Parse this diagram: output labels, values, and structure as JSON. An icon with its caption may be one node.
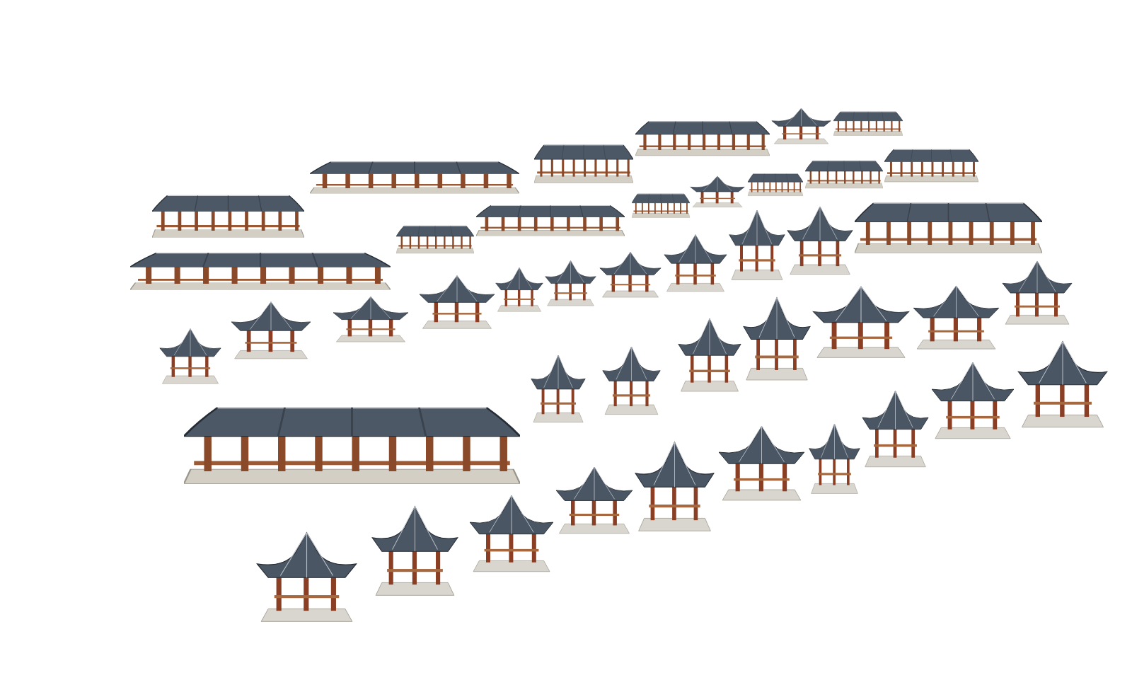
{
  "diagram": {
    "nodes": [
      {
        "text": [],
        "shape": "picture"
      },
      {
        "text": [],
        "shape": "picture"
      },
      {
        "text": [],
        "shape": "picture"
      },
      {
        "text": [],
        "shape": "picture"
      },
      {
        "text": [],
        "shape": "picture"
      },
      {
        "text": [],
        "shape": "picture"
      },
      {
        "text": [],
        "shape": "picture"
      },
      {
        "text": [],
        "shape": "picture"
      },
      {
        "text": [],
        "shape": "picture"
      },
      {
        "text": [],
        "shape": "picture"
      },
      {
        "text": [],
        "shape": "picture"
      },
      {
        "text": [],
        "shape": "picture"
      },
      {
        "text": [],
        "shape": "picture"
      },
      {
        "text": [],
        "shape": "picture"
      },
      {
        "text": [],
        "shape": "picture"
      },
      {
        "text": [],
        "shape": "picture"
      },
      {
        "text": [],
        "shape": "picture"
      },
      {
        "text": [],
        "shape": "picture"
      },
      {
        "text": [],
        "shape": "picture"
      },
      {
        "text": [],
        "shape": "picture"
      },
      {
        "text": [],
        "shape": "picture"
      },
      {
        "text": [],
        "shape": "picture"
      },
      {
        "text": [],
        "shape": "picture"
      },
      {
        "text": [],
        "shape": "picture"
      },
      {
        "text": [],
        "shape": "picture"
      },
      {
        "text": [],
        "shape": "picture"
      },
      {
        "text": [],
        "shape": "picture"
      },
      {
        "text": [],
        "shape": "picture"
      },
      {
        "text": [],
        "shape": "picture"
      },
      {
        "text": [],
        "shape": "picture"
      },
      {
        "text": [],
        "shape": "picture"
      },
      {
        "text": [],
        "shape": "picture"
      },
      {
        "text": [],
        "shape": "picture"
      },
      {
        "text": [],
        "shape": "picture"
      },
      {
        "text": [],
        "shape": "picture"
      },
      {
        "text": [],
        "shape": "picture"
      },
      {
        "text": [],
        "shape": "picture"
      },
      {
        "text": [],
        "shape": "picture"
      },
      {
        "text": [],
        "shape": "picture"
      },
      {
        "text": [],
        "shape": "picture"
      },
      {
        "text": [],
        "shape": "picture"
      },
      {
        "text": [],
        "shape": "picture"
      },
      {
        "text": [],
        "shape": "picture"
      }
    ]
  }
}
